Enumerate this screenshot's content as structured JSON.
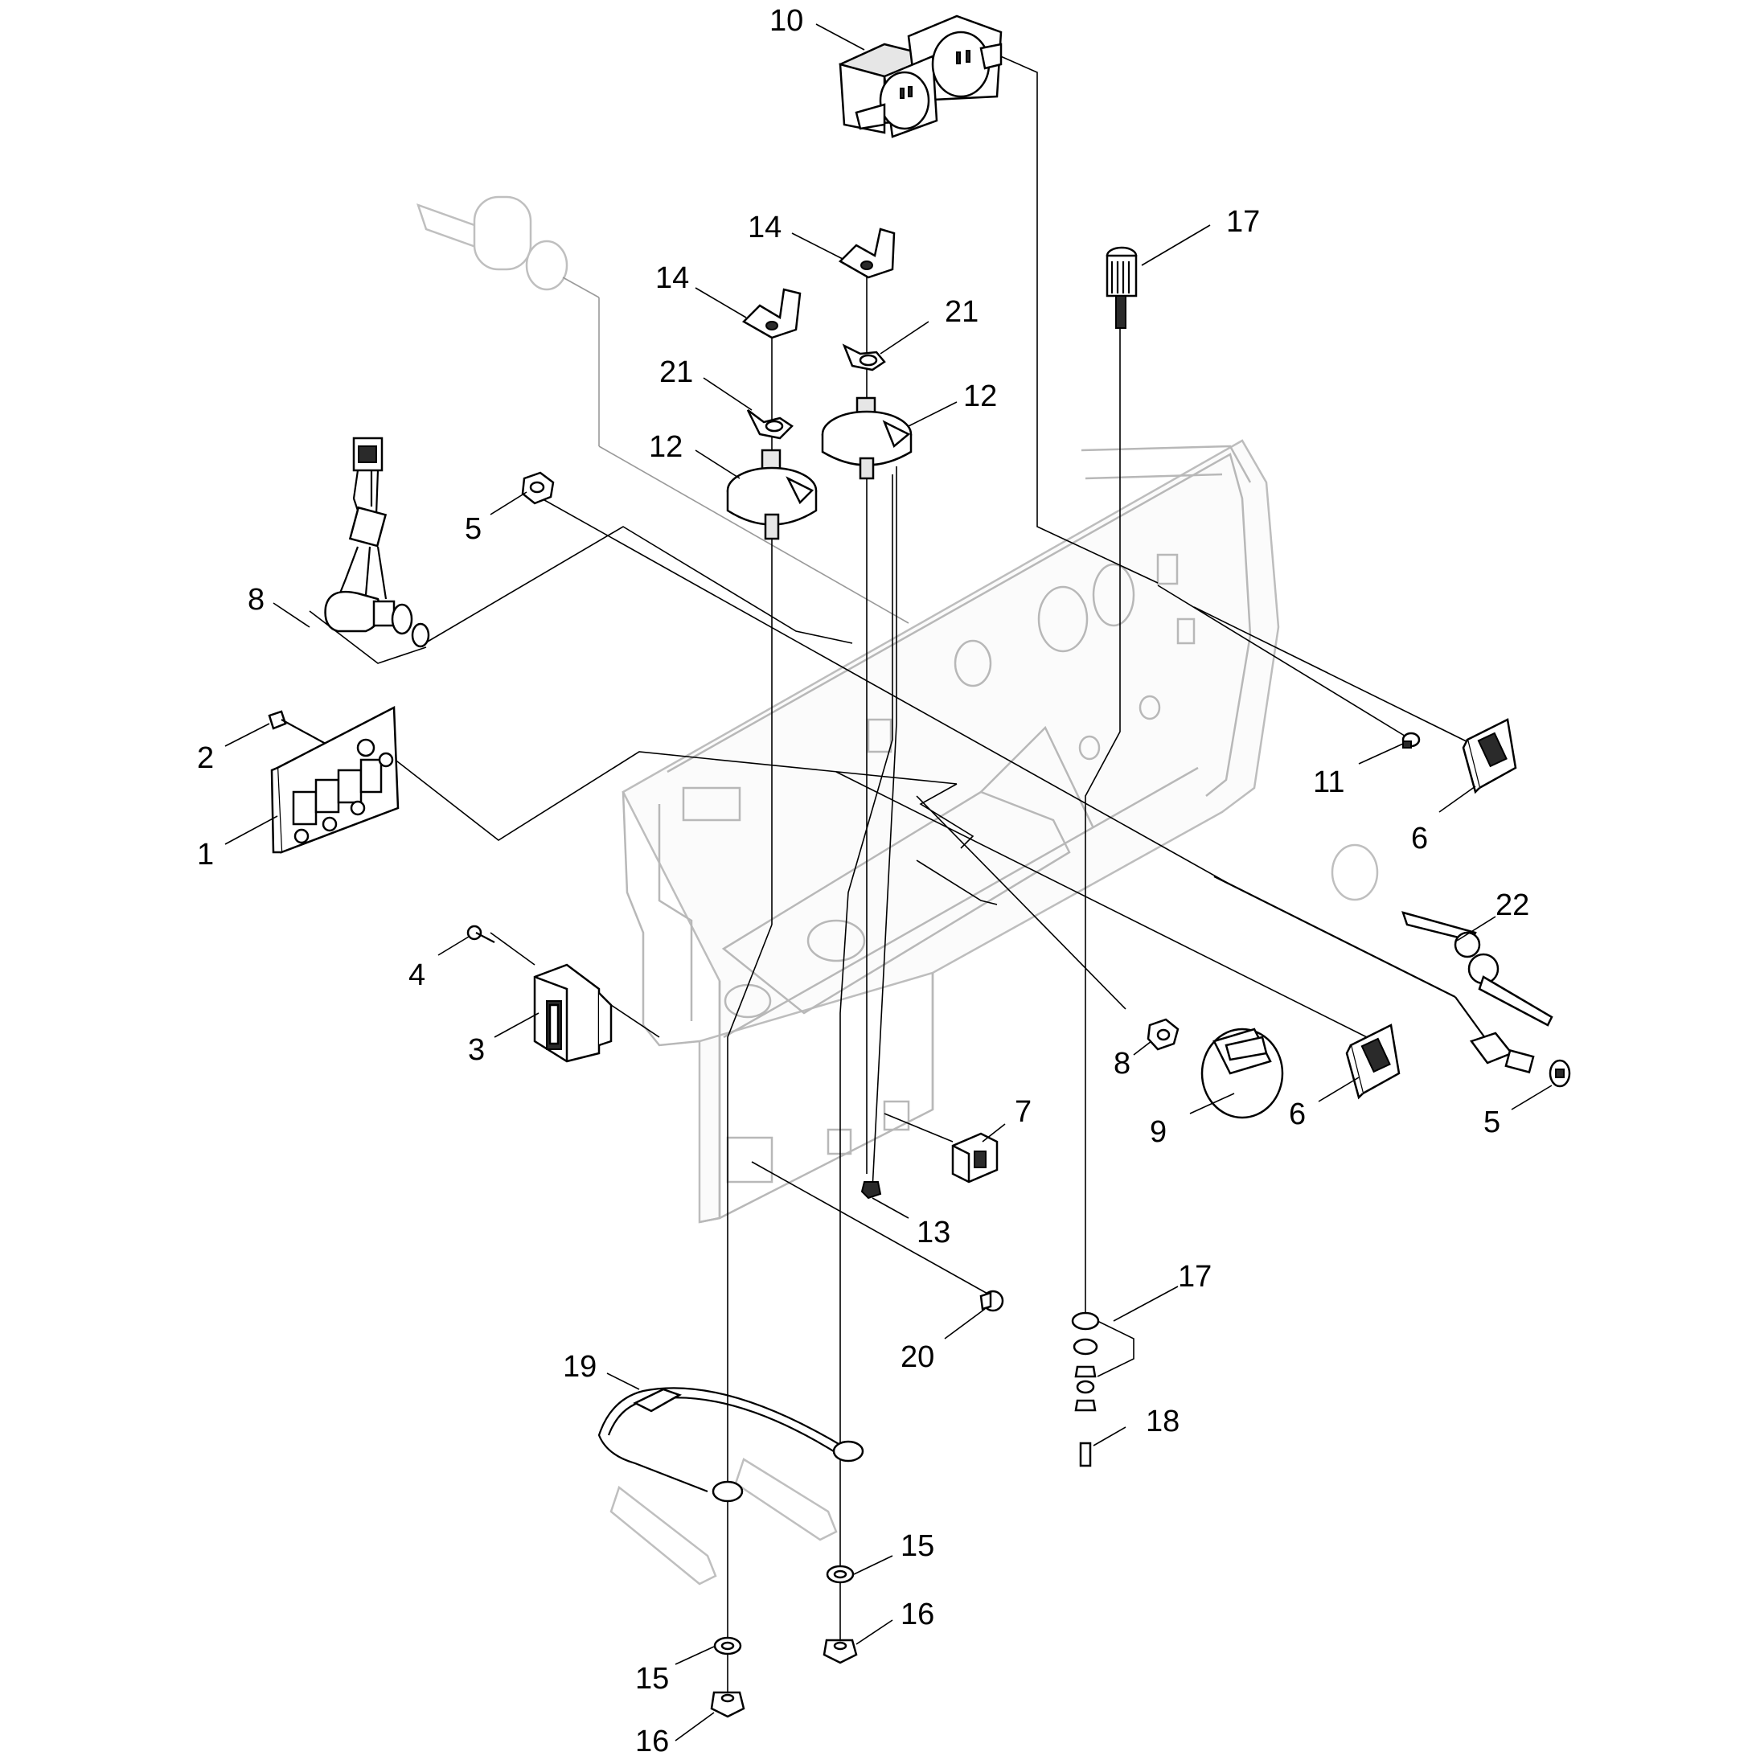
{
  "callouts": [
    {
      "id": "c10",
      "label": "10"
    },
    {
      "id": "c17a",
      "label": "17"
    },
    {
      "id": "c14a",
      "label": "14"
    },
    {
      "id": "c14b",
      "label": "14"
    },
    {
      "id": "c21a",
      "label": "21"
    },
    {
      "id": "c21b",
      "label": "21"
    },
    {
      "id": "c12a",
      "label": "12"
    },
    {
      "id": "c12b",
      "label": "12"
    },
    {
      "id": "c5a",
      "label": "5"
    },
    {
      "id": "c8a",
      "label": "8"
    },
    {
      "id": "c2",
      "label": "2"
    },
    {
      "id": "c1",
      "label": "1"
    },
    {
      "id": "c11",
      "label": "11"
    },
    {
      "id": "c6a",
      "label": "6"
    },
    {
      "id": "c22",
      "label": "22"
    },
    {
      "id": "c4",
      "label": "4"
    },
    {
      "id": "c3",
      "label": "3"
    },
    {
      "id": "c8b",
      "label": "8"
    },
    {
      "id": "c9",
      "label": "9"
    },
    {
      "id": "c6b",
      "label": "6"
    },
    {
      "id": "c5b",
      "label": "5"
    },
    {
      "id": "c7",
      "label": "7"
    },
    {
      "id": "c13",
      "label": "13"
    },
    {
      "id": "c17b",
      "label": "17"
    },
    {
      "id": "c20",
      "label": "20"
    },
    {
      "id": "c18",
      "label": "18"
    },
    {
      "id": "c19",
      "label": "19"
    },
    {
      "id": "c15a",
      "label": "15"
    },
    {
      "id": "c16a",
      "label": "16"
    },
    {
      "id": "c15b",
      "label": "15"
    },
    {
      "id": "c16b",
      "label": "16"
    }
  ]
}
